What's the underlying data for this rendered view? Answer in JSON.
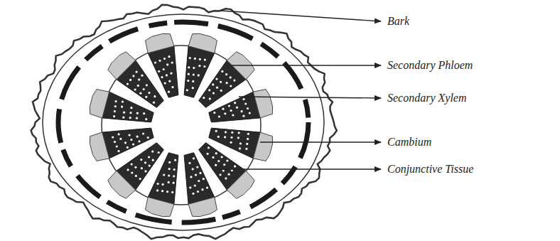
{
  "diagram": {
    "labels": [
      "Bark",
      "Secondary Phloem",
      "Secondary Xylem",
      "Cambium",
      "Conjunctive Tissue"
    ]
  }
}
